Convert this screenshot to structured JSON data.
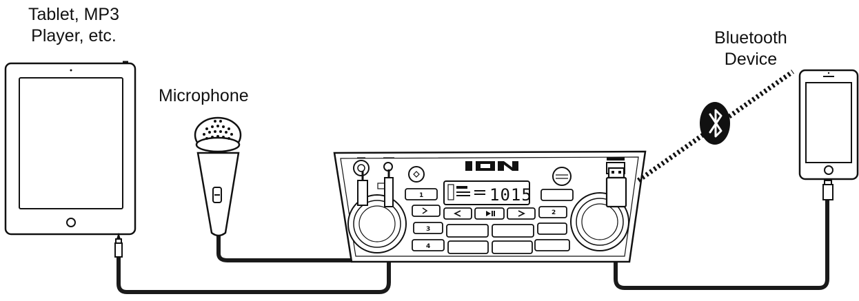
{
  "labels": {
    "tablet_line1": "Tablet, MP3",
    "tablet_line2": "Player, etc.",
    "microphone": "Microphone",
    "bluetooth_line1": "Bluetooth",
    "bluetooth_line2": "Device"
  },
  "speaker": {
    "brand": "ION",
    "display_digits": "1015",
    "button_labels": [
      "1",
      "2",
      "3",
      "4"
    ]
  },
  "colors": {
    "line": "#111111",
    "cable": "#1a1a1a",
    "panel_fill": "#ffffff",
    "screen_fill": "#ffffff",
    "dotted_link": "#111111"
  },
  "icons": [
    "tablet-icon",
    "microphone-icon",
    "bluetooth-icon",
    "smartphone-icon",
    "speaker-panel-icon"
  ]
}
